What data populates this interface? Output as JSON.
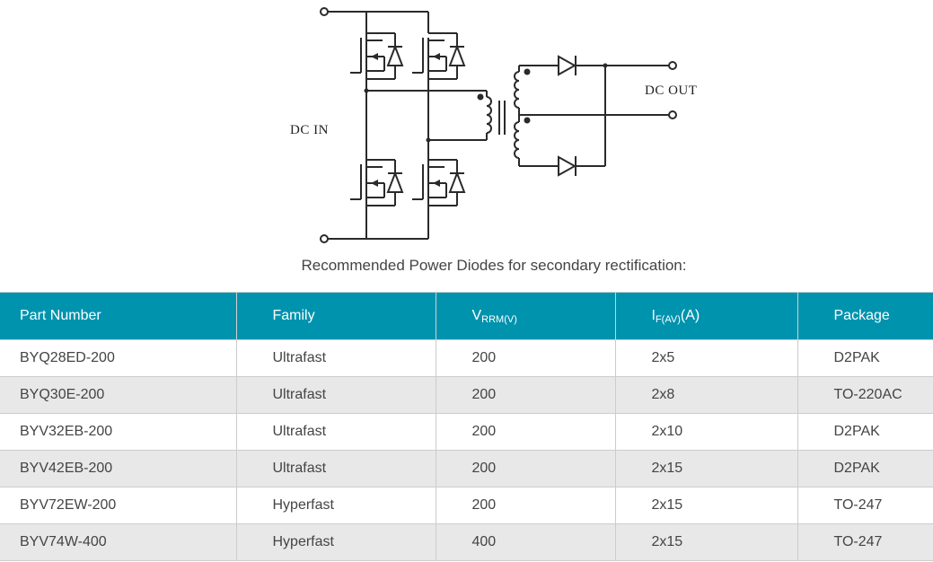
{
  "schematic": {
    "input_label": "DC IN",
    "output_label": "DC OUT"
  },
  "caption": "Recommended Power Diodes for secondary rectification:",
  "table": {
    "headers": {
      "part_number": "Part Number",
      "family": "Family",
      "vrrm_main": "V",
      "vrrm_sub": "RRM(V)",
      "ifav_main": "I",
      "ifav_sub": "F(AV)",
      "ifav_unit": "(A)",
      "package": "Package"
    },
    "rows": [
      {
        "part": "BYQ28ED-200",
        "family": "Ultrafast",
        "vrrm": "200",
        "ifav": "2x5",
        "package": "D2PAK"
      },
      {
        "part": "BYQ30E-200",
        "family": "Ultrafast",
        "vrrm": "200",
        "ifav": "2x8",
        "package": "TO-220AC"
      },
      {
        "part": "BYV32EB-200",
        "family": "Ultrafast",
        "vrrm": "200",
        "ifav": "2x10",
        "package": "D2PAK"
      },
      {
        "part": "BYV42EB-200",
        "family": "Ultrafast",
        "vrrm": "200",
        "ifav": "2x15",
        "package": "D2PAK"
      },
      {
        "part": "BYV72EW-200",
        "family": "Hyperfast",
        "vrrm": "200",
        "ifav": "2x15",
        "package": "TO-247"
      },
      {
        "part": "BYV74W-400",
        "family": "Hyperfast",
        "vrrm": "400",
        "ifav": "2x15",
        "package": "TO-247"
      }
    ]
  },
  "colors": {
    "header_bg": "#0093ae",
    "header_text": "#ffffff",
    "row_alt_bg": "#e8e8e8",
    "body_text": "#444444"
  }
}
